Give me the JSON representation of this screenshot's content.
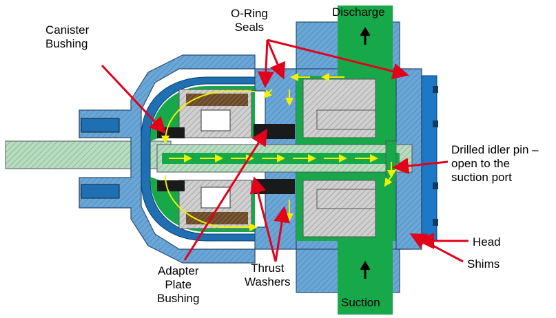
{
  "diagram": {
    "labels": {
      "discharge": "Discharge",
      "suction": "Suction",
      "o_ring_seals": "O-Ring\nSeals",
      "canister_bushing": "Canister\nBushing",
      "drilled_idler_pin": "Drilled idler pin –\nopen to the\nsuction port",
      "head": "Head",
      "shims": "Shims",
      "adapter_plate_bushing": "Adapter\nPlate\nBushing",
      "thrust_washers": "Thrust\nWashers"
    },
    "colors": {
      "housing_blue": "#6aa6d6",
      "dark_blue": "#1f6fb3",
      "fluid_green": "#17a84a",
      "flow_yellow": "#f2f200",
      "leader_red": "#e3001b",
      "rotor_gray": "#c8c8c8",
      "shaft_green": "#a8d8a8",
      "bushing_black": "#1a1a1a",
      "bushing_brown": "#6b4a2a",
      "flange_blue": "#1e78c8"
    }
  }
}
